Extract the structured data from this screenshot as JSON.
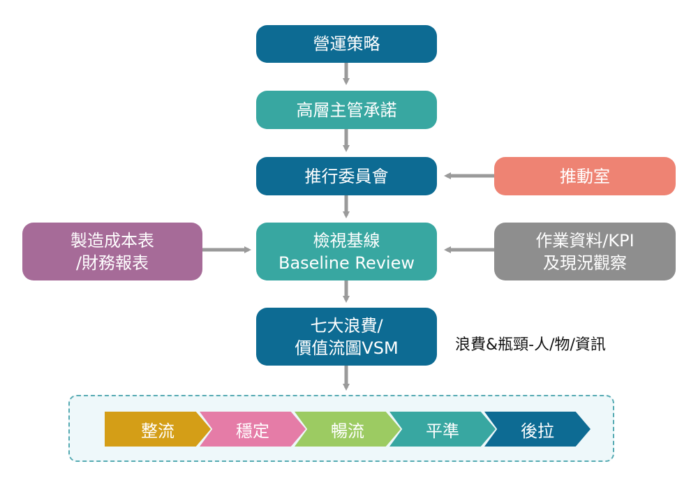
{
  "main_flow": {
    "strategy": "營運策略",
    "commitment": "高層主管承諾",
    "committee": "推行委員會",
    "baseline_line1": "檢視基線",
    "baseline_line2": "Baseline Review",
    "waste_line1": "七大浪費/",
    "waste_line2": "價值流圖VSM"
  },
  "side_inputs": {
    "promotion_office": "推動室",
    "cost_line1": "製造成本表",
    "cost_line2": "/財務報表",
    "data_line1": "作業資料/KPI",
    "data_line2": "及現況觀察"
  },
  "waste_note": "浪費&瓶頸-人/物/資訊",
  "steps": [
    {
      "label": "整流",
      "color": "#d49e17"
    },
    {
      "label": "穩定",
      "color": "#e57ca7"
    },
    {
      "label": "暢流",
      "color": "#9ccb62"
    },
    {
      "label": "平準",
      "color": "#38a7a1"
    },
    {
      "label": "後拉",
      "color": "#0d6b93"
    }
  ]
}
